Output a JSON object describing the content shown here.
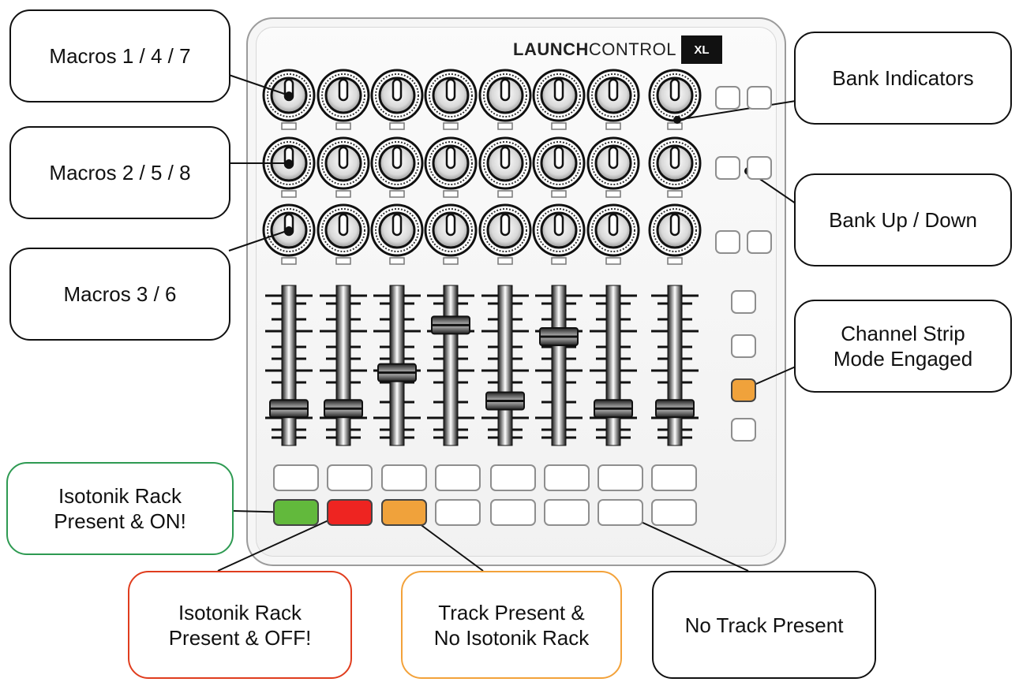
{
  "logo": {
    "brand_bold": "LAUNCH",
    "brand_light": "CONTROL",
    "badge": "XL"
  },
  "callouts": {
    "macros_147": "Macros 1 / 4 / 7",
    "macros_258": "Macros 2 / 5 / 8",
    "macros_36": "Macros 3 / 6",
    "bank_indicators": "Bank Indicators",
    "bank_up_down": "Bank Up / Down",
    "channel_strip": "Channel Strip\nMode Engaged",
    "rack_on": "Isotonik Rack\nPresent & ON!",
    "rack_off": "Isotonik Rack\nPresent & OFF!",
    "track_no_rack": "Track Present &\nNo Isotonik Rack",
    "no_track": "No Track Present"
  },
  "colors": {
    "rack_on": "#62b93c",
    "rack_off": "#ee2421",
    "track_no_rack": "#f0a23b",
    "channel_strip": "#f0a23b",
    "callout_green": "#2e9a52",
    "callout_red": "#e03d1e",
    "callout_orange": "#f3a23a"
  },
  "faders": {
    "levels": [
      0.17,
      0.17,
      0.45,
      0.82,
      0.23,
      0.73,
      0.17,
      0.17
    ]
  },
  "bottom_row_states": [
    "rack_on",
    "rack_off",
    "track_no_rack",
    "no_track",
    "no_track",
    "no_track",
    "no_track",
    "no_track"
  ],
  "mode_buttons": {
    "engaged_index": 2
  }
}
